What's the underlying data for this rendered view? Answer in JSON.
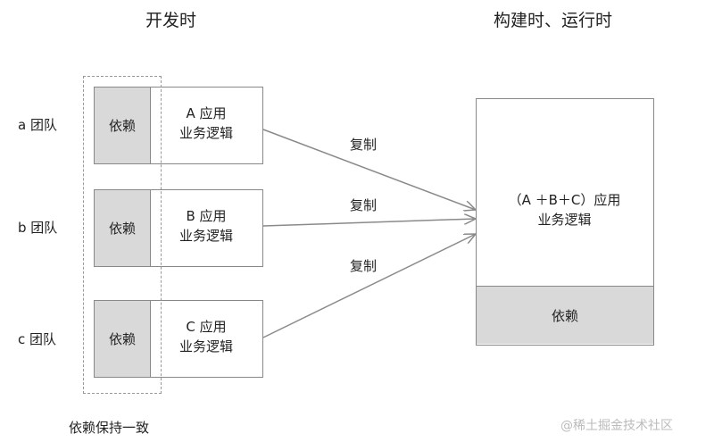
{
  "headings": {
    "dev_time": "开发时",
    "build_run_time": "构建时、运行时"
  },
  "teams": [
    {
      "label": "a 团队",
      "dep": "依赖",
      "app_line1": "A 应用",
      "app_line2": "业务逻辑"
    },
    {
      "label": "b 团队",
      "dep": "依赖",
      "app_line1": "B 应用",
      "app_line2": "业务逻辑"
    },
    {
      "label": "c 团队",
      "dep": "依赖",
      "app_line1": "C 应用",
      "app_line2": "业务逻辑"
    }
  ],
  "copy_labels": [
    "复制",
    "复制",
    "复制"
  ],
  "merged": {
    "line1": "（A ＋B＋C）应用",
    "line2": "业务逻辑",
    "dep": "依赖"
  },
  "footer": "依赖保持一致",
  "watermark": "@稀土掘金技术社区"
}
